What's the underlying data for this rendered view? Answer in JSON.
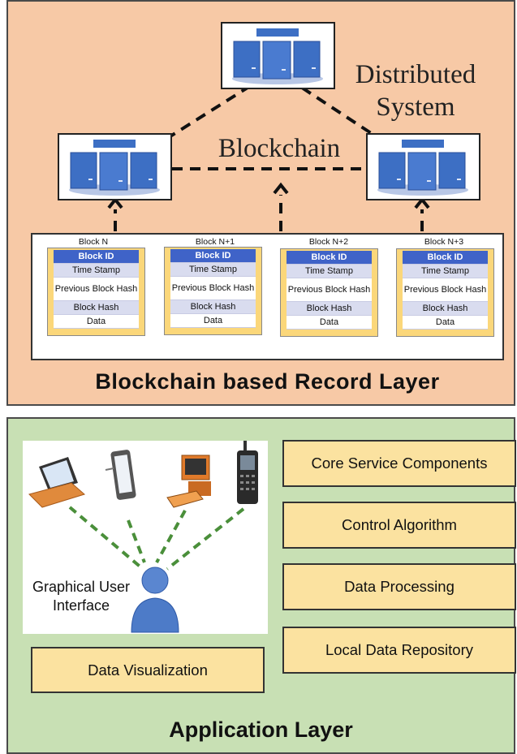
{
  "top_section": {
    "distributed_system_label": "Distributed\nSystem",
    "blockchain_label": "Blockchain",
    "record_layer_title": "Blockchain based Record Layer",
    "blocks": [
      {
        "caption": "Block N",
        "fields": [
          "Block ID",
          "Time Stamp",
          "Previous Block Hash",
          "Block Hash",
          "Data"
        ]
      },
      {
        "caption": "Block N+1",
        "fields": [
          "Block ID",
          "Time Stamp",
          "Previous Block Hash",
          "Block Hash",
          "Data"
        ]
      },
      {
        "caption": "Block N+2",
        "fields": [
          "Block ID",
          "Time Stamp",
          "Previous Block Hash",
          "Block Hash",
          "Data"
        ]
      },
      {
        "caption": "Block N+3",
        "fields": [
          "Block ID",
          "Time Stamp",
          "Previous Block Hash",
          "Block Hash",
          "Data"
        ]
      }
    ]
  },
  "bottom_section": {
    "gui_label": "Graphical User\nInterface",
    "data_visualization": "Data Visualization",
    "components": [
      "Core Service Components",
      "Control Algorithm",
      "Data Processing",
      "Local Data Repository"
    ],
    "application_layer_title": "Application Layer"
  },
  "icons": [
    "server-cluster-icon",
    "laptop-icon",
    "tablet-icon",
    "desktop-computer-icon",
    "mobile-phone-icon",
    "user-icon"
  ],
  "colors": {
    "top_panel": "#f7c9a6",
    "bottom_panel": "#c8e0b4",
    "block_fill": "#fbd77a",
    "block_header": "#3f63c8",
    "component_box": "#fbe2a0",
    "server_blue": "#3d6fc4"
  }
}
